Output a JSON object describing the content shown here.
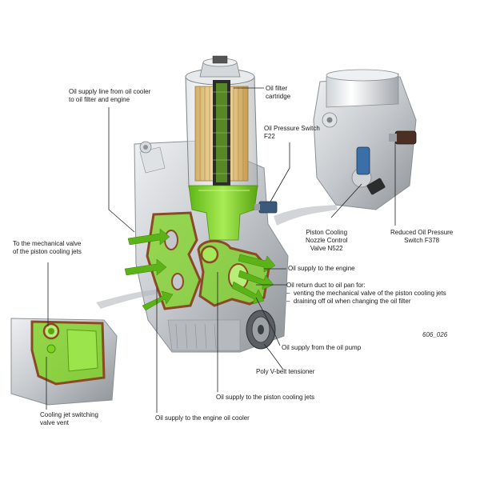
{
  "labels": {
    "oil_supply_line": "Oil supply line from oil cooler\nto oil filter and engine",
    "oil_filter": "Oil filter\ncartridge",
    "pressure_switch": "Oil Pressure Switch\nF22",
    "mechanical_valve": "To the mechanical valve\nof the piston cooling jets",
    "nozzle_valve": "Piston Cooling\nNozzle Control\nValve N522",
    "reduced_switch": "Reduced Oil Pressure\nSwitch F378",
    "supply_engine": "Oil supply to the engine",
    "return_duct": "Oil return duct to oil pan for:",
    "return_items": [
      "venting the mechanical valve of the piston cooling jets",
      "draining off oil when changing the oil filter"
    ],
    "supply_pump": "Oil supply from the oil pump",
    "belt_tensioner": "Poly V-belt tensioner",
    "supply_jets": "Oil supply to the piston cooling jets",
    "supply_cooler": "Oil supply to the engine oil cooler",
    "vent": "Cooling jet switching\nvalve vent"
  },
  "figure_number": "606_026",
  "colors": {
    "oil_green": "#7ed321",
    "gasket_brown": "#8a4a26",
    "metal": "#c9ccd0",
    "line": "#222222"
  }
}
